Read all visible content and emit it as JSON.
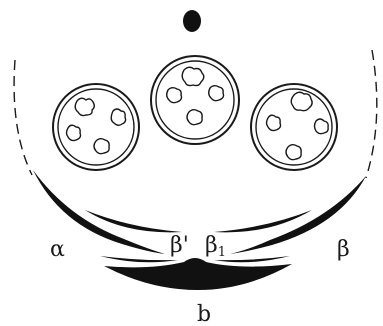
{
  "labels": {
    "alpha": "α",
    "beta_prime": "β'",
    "beta_sub": "β",
    "beta_sub_index": "1",
    "beta": "β",
    "b": "b"
  },
  "colors": {
    "ink": "#111111",
    "background": "#ffffff"
  }
}
